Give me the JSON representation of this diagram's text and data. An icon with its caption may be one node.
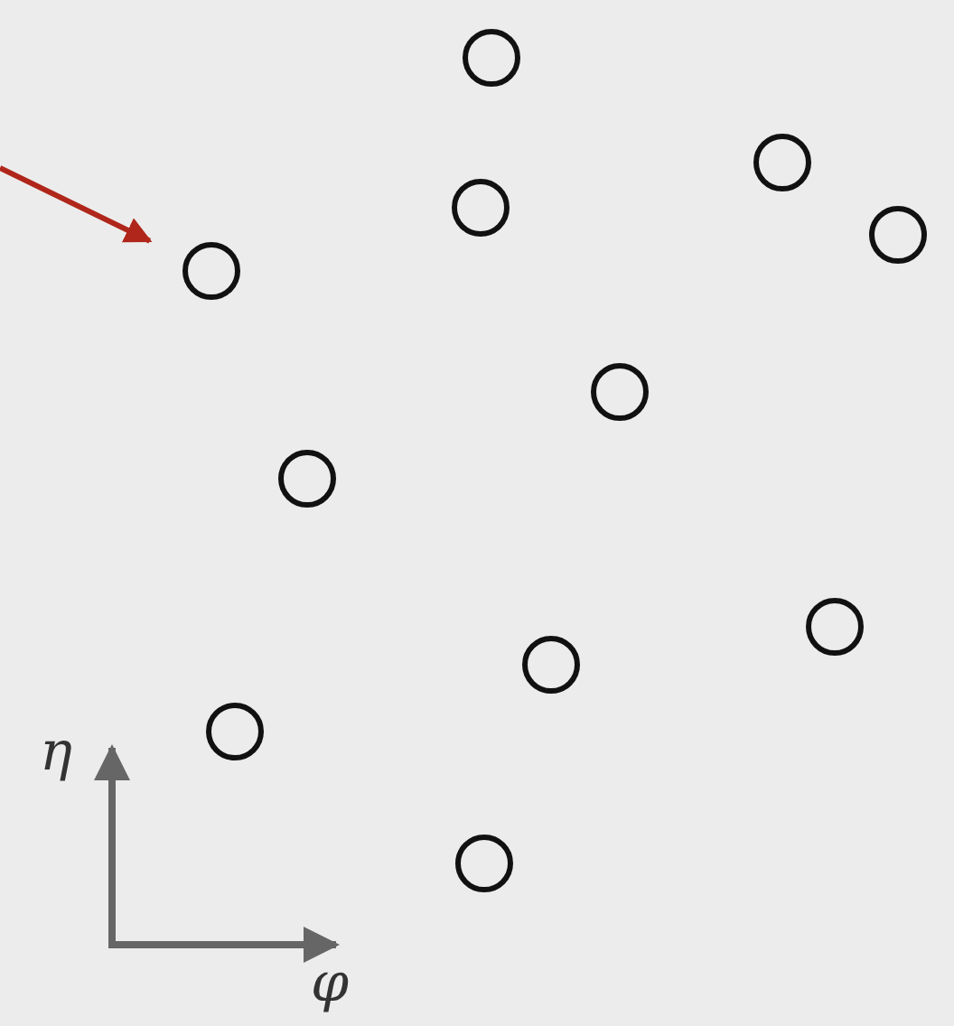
{
  "diagram": {
    "nodes": [
      {
        "text": [],
        "shape": "circle"
      },
      {
        "text": [],
        "shape": "circle"
      },
      {
        "text": [],
        "shape": "circle"
      },
      {
        "text": [],
        "shape": "circle"
      },
      {
        "text": [],
        "shape": "circle"
      },
      {
        "text": [],
        "shape": "circle"
      },
      {
        "text": [],
        "shape": "circle"
      },
      {
        "text": [],
        "shape": "circle"
      },
      {
        "text": [],
        "shape": "circle"
      },
      {
        "text": [],
        "shape": "circle"
      },
      {
        "text": [],
        "shape": "circle"
      }
    ],
    "edges": [
      {
        "from": null,
        "to": 4,
        "arrow": "to",
        "color": "#b0261a"
      }
    ],
    "labels": [
      "η",
      "φ"
    ]
  }
}
